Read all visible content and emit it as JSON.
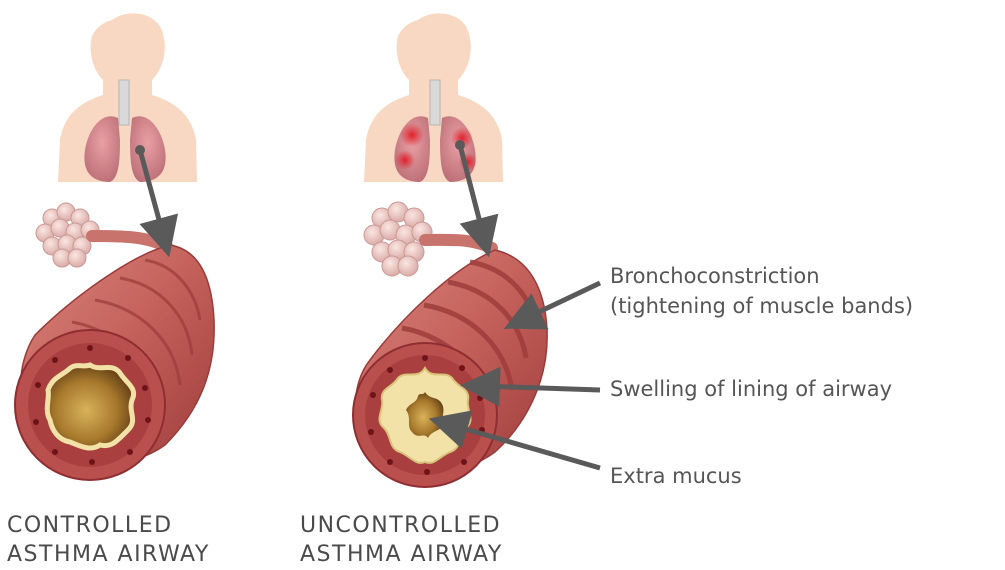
{
  "colors": {
    "skin": "#f8d7c3",
    "airway_outer": "#c45f5a",
    "airway_inner": "#8f2e32",
    "lumen_open": "#c79a3a",
    "swelling": "#f3e2a8",
    "arrow": "#5a5a5a",
    "label_text": "#4a4a4a"
  },
  "captions": {
    "controlled": {
      "line1": "CONTROLLED",
      "line2": "ASTHMA AIRWAY"
    },
    "uncontrolled": {
      "line1": "UNCONTROLLED",
      "line2": "ASTHMA AIRWAY"
    }
  },
  "callouts": {
    "bronchoconstriction": {
      "line1": "Bronchoconstriction",
      "line2": "(tightening of muscle bands)"
    },
    "swelling": "Swelling of lining of airway",
    "mucus": "Extra mucus"
  }
}
